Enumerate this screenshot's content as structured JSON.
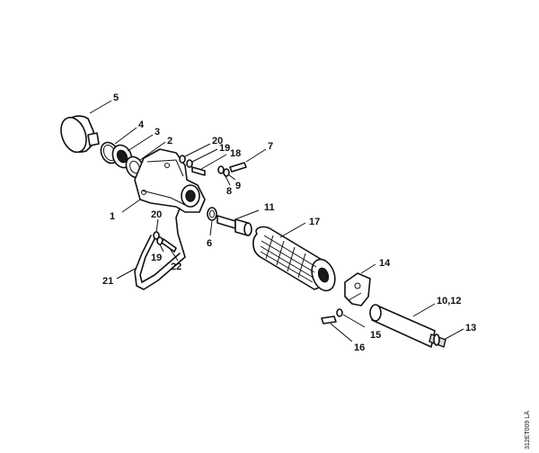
{
  "diagram": {
    "drawing_code": "312ET009 LÄ",
    "callouts": {
      "c1": "1",
      "c2": "2",
      "c3": "3",
      "c4": "4",
      "c5": "5",
      "c6": "6",
      "c7": "7",
      "c8": "8",
      "c9": "9",
      "c10_12": "10,12",
      "c11": "11",
      "c13": "13",
      "c14": "14",
      "c15": "15",
      "c16": "16",
      "c17": "17",
      "c18": "18",
      "c19a": "19",
      "c19b": "19",
      "c20a": "20",
      "c20b": "20",
      "c21": "21",
      "c22": "22"
    }
  }
}
